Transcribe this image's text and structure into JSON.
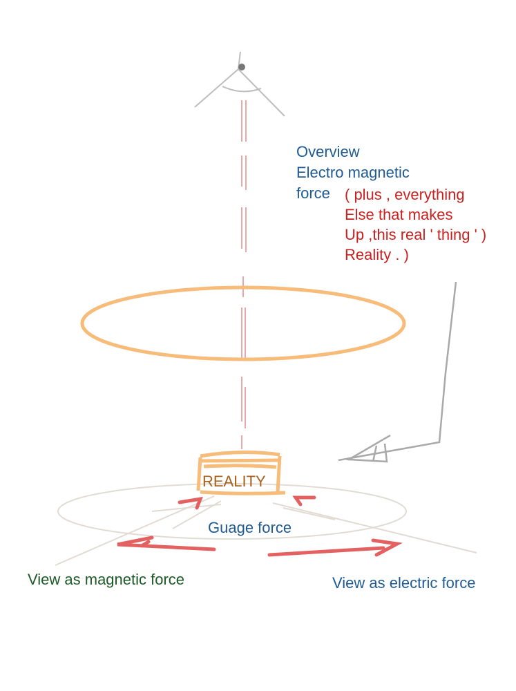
{
  "overview": {
    "lines": [
      "Overview",
      "Electro magnetic",
      "force"
    ]
  },
  "note": {
    "lines": [
      "( plus , everything",
      "Else that makes",
      "Up ,this real ' thing ' )",
      "Reality . )"
    ]
  },
  "center_label": "REALITY",
  "gauge_label": "Guage force",
  "left_label": "View as magnetic force",
  "right_label": "View as electric force",
  "colors": {
    "blue_text": "#1f5a93",
    "red_text": "#cc1f1f",
    "green_text": "#1d5a26",
    "brown_text": "#a8621e",
    "orange_stroke": "#f7bb7a",
    "red_arrow": "#e05050",
    "gray_stroke": "#b0b0b0"
  }
}
